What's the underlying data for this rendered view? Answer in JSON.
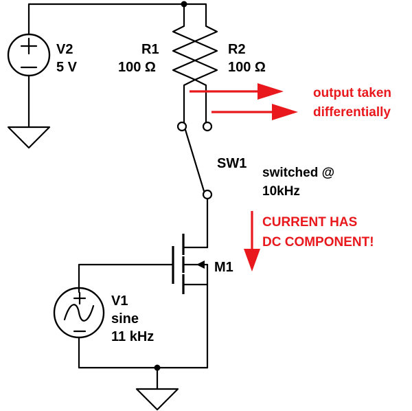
{
  "components": {
    "v2": {
      "name": "V2",
      "value": "5 V"
    },
    "r1": {
      "name": "R1",
      "value": "100 Ω"
    },
    "r2": {
      "name": "R2",
      "value": "100 Ω"
    },
    "sw1": {
      "name": "SW1",
      "note_line1": "switched @",
      "note_line2": "10kHz"
    },
    "m1": {
      "name": "M1"
    },
    "v1": {
      "name": "V1",
      "type": "sine",
      "value": "11 kHz"
    }
  },
  "annotations": {
    "output_line1": "output taken",
    "output_line2": "differentially",
    "current_line1": "CURRENT HAS",
    "current_line2": "DC COMPONENT!"
  },
  "colors": {
    "wire": "#000000",
    "annotation": "#e8181c"
  }
}
